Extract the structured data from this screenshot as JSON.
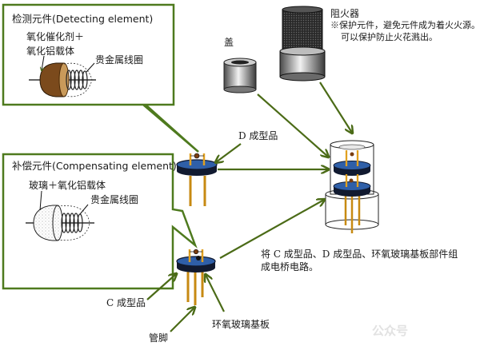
{
  "colors": {
    "callout_border": "#4e7a1e",
    "arrow": "#4b6b17",
    "disc_blue": "#2f5fa8",
    "disc_dark": "#101a33",
    "pin_gold": "#e0a020",
    "bead_brown": "#7a3e10",
    "metal_gray": "#9a9a9a"
  },
  "detecting_callout": {
    "title": "检测元件(Detecting element)",
    "material_line1": "氧化催化剂＋",
    "material_line2": "氧化铝载体",
    "coil_label": "贵金属线圈"
  },
  "compensating_callout": {
    "title": "补偿元件(Compensating element)",
    "material": "玻璃＋氧化铝载体",
    "coil_label": "贵金属线圈"
  },
  "labels": {
    "cap": "盖",
    "flame_arrester": "阻火器",
    "flame_arrester_note1": "※保护元件，避免元件成为着火火源。",
    "flame_arrester_note2": "可以保护防止火花溅出。",
    "d_product": "D 成型品",
    "c_product": "C 成型品",
    "pin": "管脚",
    "epoxy_board": "环氧玻璃基板",
    "bridge_note_line1": "将 C 成型品、D 成型品、环氧玻璃基板部件组",
    "bridge_note_line2": "成电桥电路。"
  },
  "watermark": "公众号"
}
